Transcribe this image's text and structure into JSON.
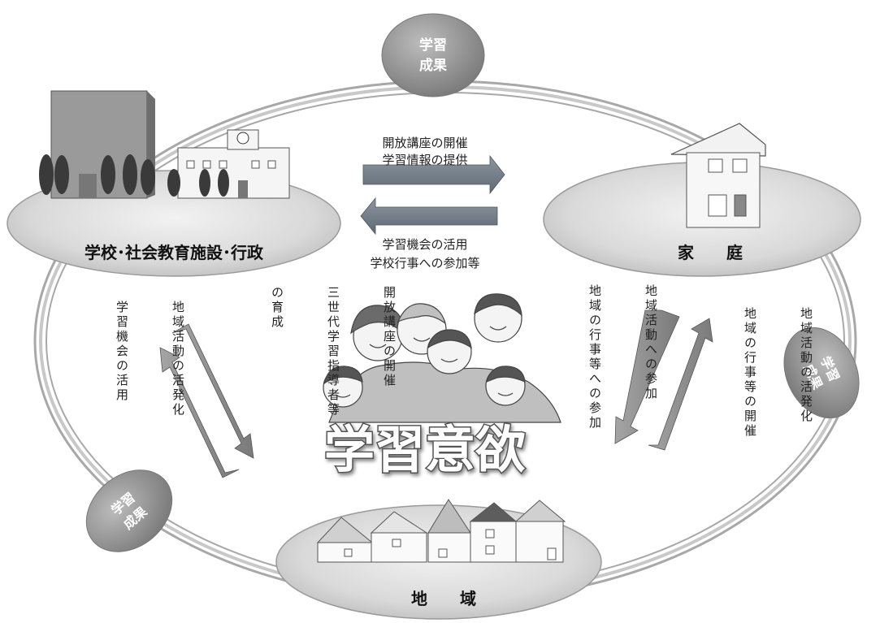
{
  "nodes": {
    "school": "学校･社会教育施設･行政",
    "home": "家　　庭",
    "community": "地　　域"
  },
  "center_title": "学習意欲",
  "badges": {
    "top": [
      "学習",
      "成果"
    ],
    "bottom_left": [
      "学習",
      "成果"
    ],
    "right": [
      "学習",
      "成果"
    ]
  },
  "edges": {
    "school_to_home": [
      "開放講座の開催",
      "学習情報の提供"
    ],
    "home_to_school": [
      "学習機会の活用",
      "学校行事への参加等"
    ],
    "school_to_community": [
      "開放講座の開催",
      "三世代学習指導者等",
      "の育成"
    ],
    "community_to_school": [
      "地域活動の活発化",
      "学習機会の活用"
    ],
    "home_to_community": [
      "地域活動への参加",
      "地域の行事等への参加"
    ],
    "community_to_home": [
      "地域活動の活発化",
      "地域の行事等の開催"
    ]
  },
  "colors": {
    "ellipse_fill": "#d9d9d9",
    "ring": "#9a9a9a",
    "badge": "#8f8f8f",
    "arrow_school_home": "#6f7a85",
    "arrow_community": "#8c8c8c",
    "title_outline": "#555555"
  }
}
